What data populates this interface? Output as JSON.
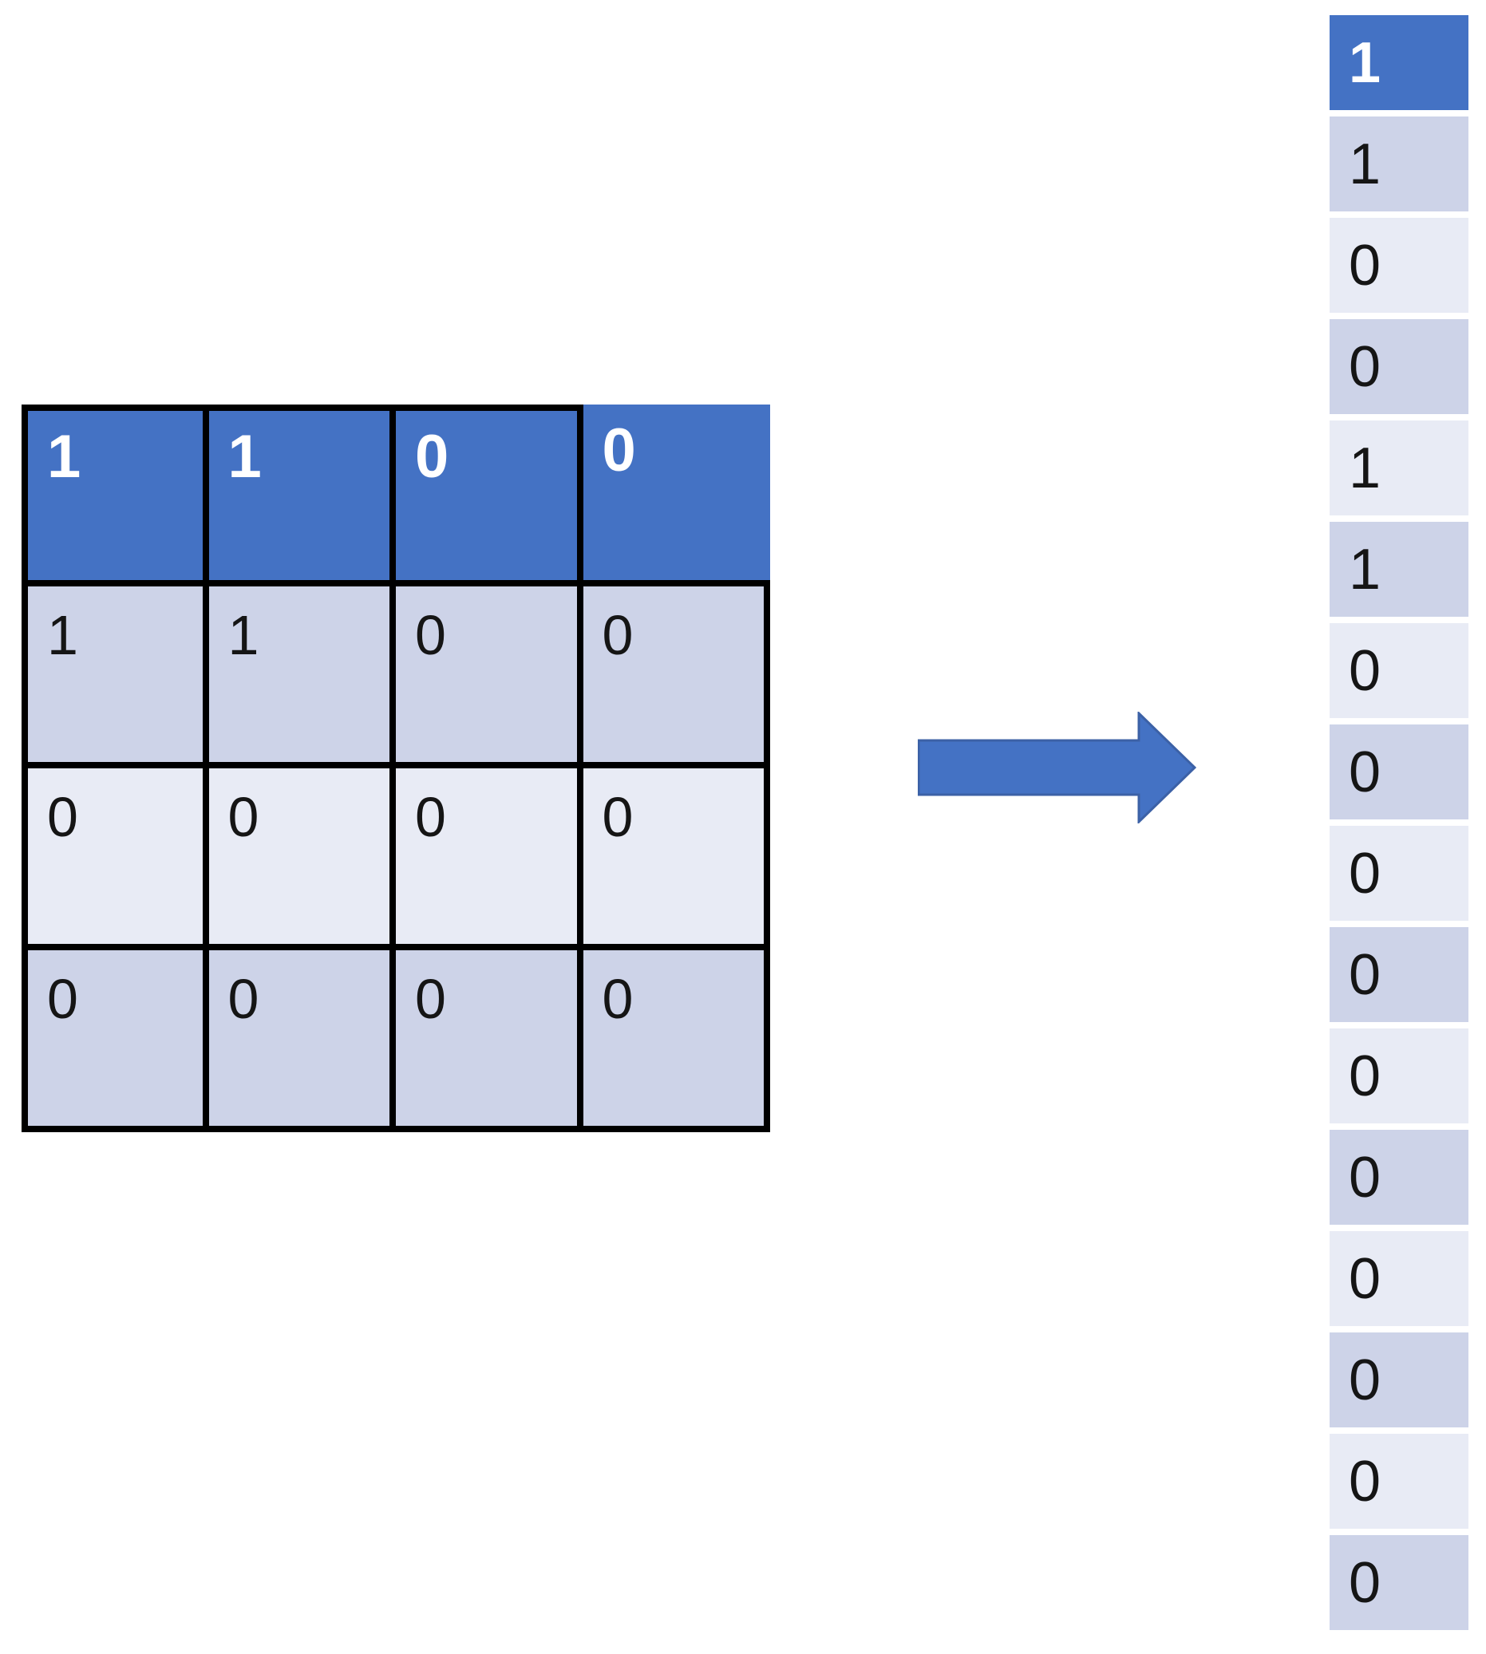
{
  "matrix": {
    "rows": [
      [
        "1",
        "1",
        "0",
        "0"
      ],
      [
        "1",
        "1",
        "0",
        "0"
      ],
      [
        "0",
        "0",
        "0",
        "0"
      ],
      [
        "0",
        "0",
        "0",
        "0"
      ]
    ]
  },
  "vector": {
    "values": [
      "1",
      "1",
      "0",
      "0",
      "1",
      "1",
      "0",
      "0",
      "0",
      "0",
      "0",
      "0",
      "0",
      "0",
      "0",
      "0"
    ]
  },
  "colors": {
    "header_blue": "#4472C4",
    "band_dark": "#CDD3E8",
    "band_light": "#E8EBF5",
    "grid_line": "#000000",
    "arrow_fill": "#4472C4",
    "arrow_stroke": "#3C61A6",
    "text_dark": "#151515",
    "text_light": "#FFFFFF",
    "page_bg": "#FFFFFF"
  }
}
